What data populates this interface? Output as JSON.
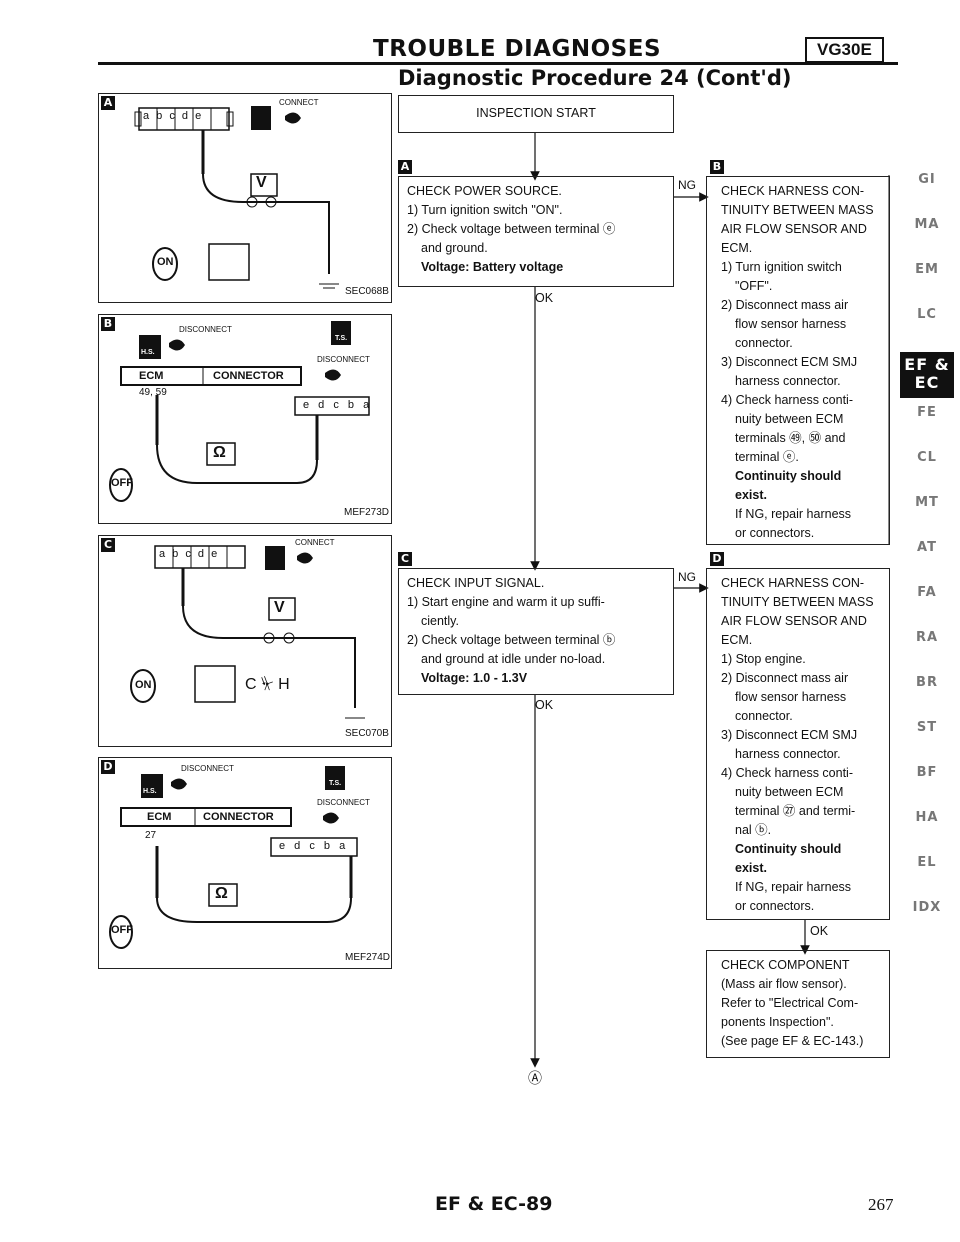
{
  "header": {
    "title": "TROUBLE DIAGNOSES",
    "model": "VG30E",
    "subtitle": "Diagnostic Procedure 24 (Cont'd)"
  },
  "diagrams": [
    {
      "marker": "A",
      "code": "SEC068B",
      "connect": "CONNECT",
      "connector": "a b c d e",
      "meter": "V",
      "key": "ON"
    },
    {
      "marker": "B",
      "code": "MEF273D",
      "disconnect": "DISCONNECT",
      "ecm": "ECM",
      "connector": "CONNECTOR",
      "pins": "49, 59",
      "harness": "e d c b a",
      "meter": "Ω",
      "key": "OFF",
      "hs": "H.S.",
      "ts": "T.S."
    },
    {
      "marker": "C",
      "code": "SEC070B",
      "connect": "CONNECT",
      "connector": "a b c d e",
      "meter": "V",
      "key": "ON",
      "ch": "C ⏧ H"
    },
    {
      "marker": "D",
      "code": "MEF274D",
      "disconnect": "DISCONNECT",
      "ecm": "ECM",
      "connector": "CONNECTOR",
      "pins": "27",
      "harness": "e d c b a",
      "meter": "Ω",
      "key": "OFF",
      "hs": "H.S.",
      "ts": "T.S."
    }
  ],
  "flow": {
    "start": "INSPECTION START",
    "box_a": {
      "marker": "A",
      "title": "CHECK POWER SOURCE.",
      "lines": [
        "1) Turn ignition switch \"ON\".",
        "2) Check voltage between terminal ⓔ"
      ],
      "indent": [
        "and ground."
      ],
      "bold": "Voltage: Battery voltage"
    },
    "box_b": {
      "marker": "B",
      "title1": "CHECK HARNESS CON-",
      "title2": "TINUITY BETWEEN MASS",
      "title3": "AIR FLOW SENSOR AND",
      "title4": "ECM.",
      "s1": "1) Turn ignition switch",
      "s1b": "\"OFF\".",
      "s2": "2) Disconnect mass air",
      "s2b": "flow sensor harness",
      "s2c": "connector.",
      "s3": "3) Disconnect ECM SMJ",
      "s3b": "harness connector.",
      "s4": "4) Check harness conti-",
      "s4b": "nuity between ECM",
      "s4c": "terminals ㊾, ㊿ and",
      "s4d": "terminal ⓔ.",
      "bold1": "Continuity should",
      "bold2": "exist.",
      "n1": "If NG, repair harness",
      "n2": "or connectors."
    },
    "box_c": {
      "marker": "C",
      "title": "CHECK INPUT SIGNAL.",
      "l1": "1) Start engine and warm it up suffi-",
      "l1b": "ciently.",
      "l2": "2) Check voltage between terminal ⓑ",
      "l2b": "and ground at idle under no-load.",
      "bold": "Voltage: 1.0 - 1.3V"
    },
    "box_d": {
      "marker": "D",
      "title1": "CHECK HARNESS CON-",
      "title2": "TINUITY BETWEEN MASS",
      "title3": "AIR FLOW SENSOR AND",
      "title4": "ECM.",
      "s1": "1) Stop engine.",
      "s2": "2) Disconnect mass air",
      "s2b": "flow sensor harness",
      "s2c": "connector.",
      "s3": "3) Disconnect ECM SMJ",
      "s3b": "harness connector.",
      "s4": "4) Check harness conti-",
      "s4b": "nuity between ECM",
      "s4c": "terminal ㉗ and termi-",
      "s4d": "nal ⓑ.",
      "bold1": "Continuity should",
      "bold2": "exist.",
      "n1": "If NG, repair harness",
      "n2": "or connectors."
    },
    "box_e": {
      "l1": "CHECK COMPONENT",
      "l2": "(Mass air flow sensor).",
      "l3": "Refer to \"Electrical Com-",
      "l4": "ponents Inspection\".",
      "l5": "(See page EF & EC-143.)"
    },
    "ok": "OK",
    "ng": "NG",
    "end": "Ⓐ"
  },
  "sidebar": [
    "GI",
    "MA",
    "EM",
    "LC",
    "EF & EC",
    "FE",
    "CL",
    "MT",
    "AT",
    "FA",
    "RA",
    "BR",
    "ST",
    "BF",
    "HA",
    "EL",
    "IDX"
  ],
  "sidebar_active": "EF & EC",
  "footer": {
    "section": "EF & EC-89",
    "page": "267"
  }
}
